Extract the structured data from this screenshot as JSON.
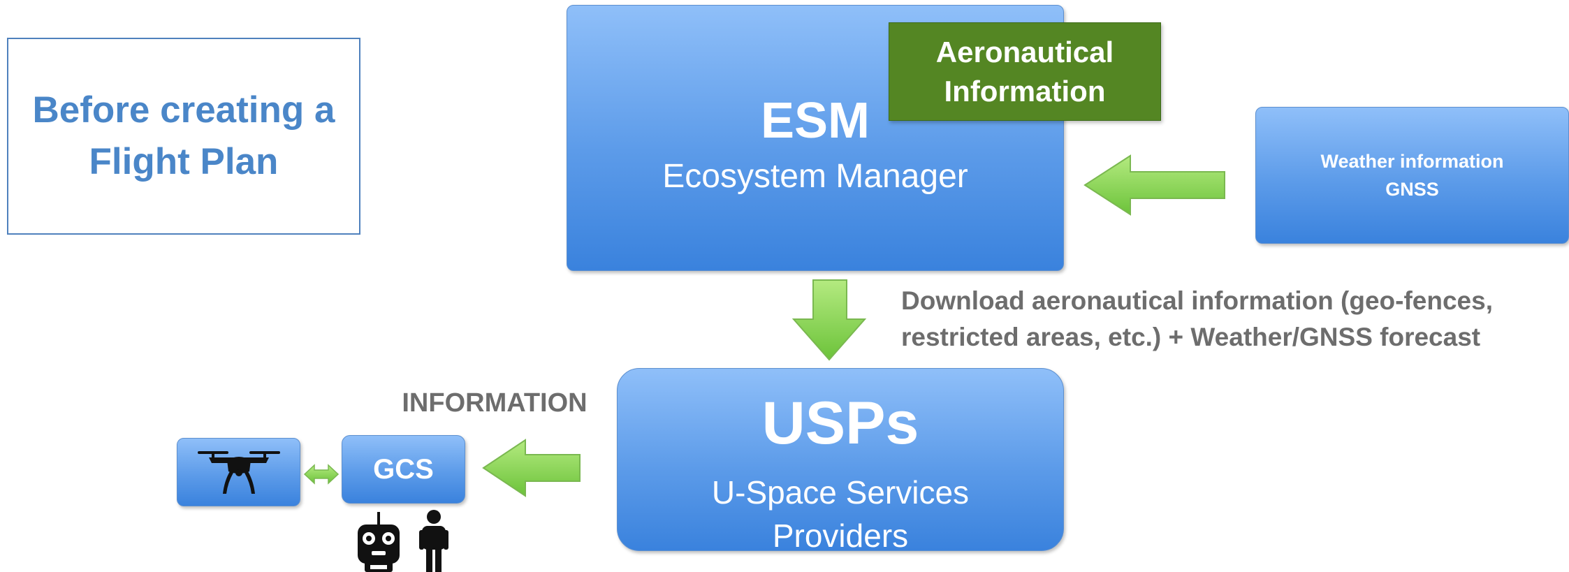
{
  "title": "Before creating a\nFlight Plan",
  "esm": {
    "abbr": "ESM",
    "full": "Ecosystem Manager"
  },
  "aeronautical": "Aeronautical\nInformation",
  "weather": "Weather information\nGNSS",
  "download_note": "Download aeronautical information (geo-fences,\nrestricted areas, etc.) + Weather/GNSS forecast",
  "usps": {
    "abbr": "USPs",
    "full": "U-Space Services\nProviders"
  },
  "information_label": "INFORMATION",
  "gcs": "GCS",
  "icons": {
    "drone": "drone-icon",
    "remote_controller": "remote-controller-icon",
    "person": "person-icon",
    "arrows": "green-arrow-icon"
  },
  "colors": {
    "box_blue": "#5c9be9",
    "aero_green": "#548623",
    "arrow_green": "#8ed14f",
    "title_blue": "#4a86c8",
    "note_gray": "#6d6d6d"
  }
}
